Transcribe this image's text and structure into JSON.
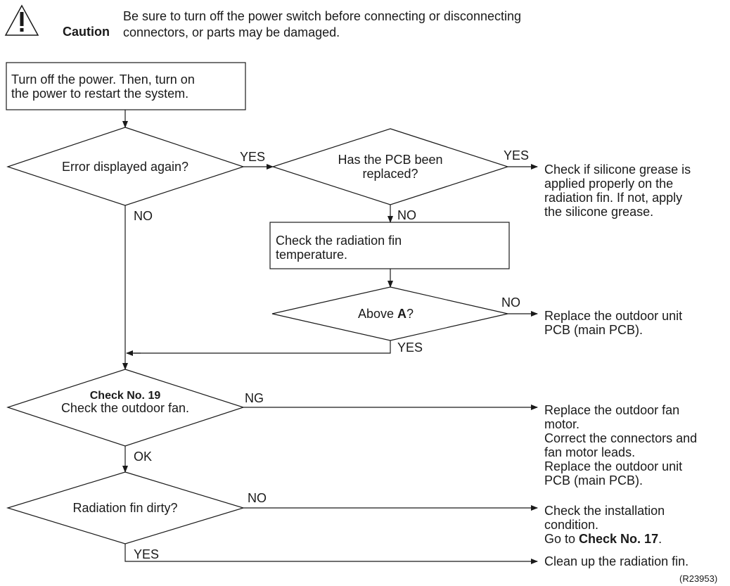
{
  "caution": {
    "label": "Caution",
    "text": "Be sure to turn off the power switch before connecting or disconnecting\nconnectors, or parts may be damaged."
  },
  "steps": {
    "restart": "Turn off the power. Then, turn on\nthe power to restart the system.",
    "error_again": "Error displayed again?",
    "pcb_replaced": "Has the PCB been\nreplaced?",
    "check_temp": "Check the radiation fin\ntemperature.",
    "above_a_prefix": "Above ",
    "above_a_bold": "A",
    "above_a_suffix": "?",
    "check19_title": "Check No. 19",
    "check19_text": "Check the outdoor fan.",
    "fin_dirty": "Radiation fin dirty?"
  },
  "labels": {
    "yes_1": "YES",
    "yes_2": "YES",
    "yes_3": "YES",
    "yes_4": "YES",
    "no_1": "NO",
    "no_2": "NO",
    "no_3": "NO",
    "no_4": "NO",
    "ng": "NG",
    "ok": "OK"
  },
  "results": {
    "silicone": "Check if silicone grease is\napplied properly on the\nradiation fin. If not, apply\nthe silicone grease.",
    "replace_pcb": "Replace the outdoor unit\nPCB (main PCB).",
    "fan_fix": "Replace the outdoor fan\nmotor.\nCorrect the connectors and\nfan motor leads.\nReplace the outdoor unit\nPCB (main PCB).",
    "install_1": "Check the installation\ncondition.",
    "install_goto_prefix": "Go to ",
    "install_goto_bold": "Check No. 17",
    "install_goto_suffix": ".",
    "clean": "Clean up the radiation fin."
  },
  "figure_ref": "(R23953)"
}
